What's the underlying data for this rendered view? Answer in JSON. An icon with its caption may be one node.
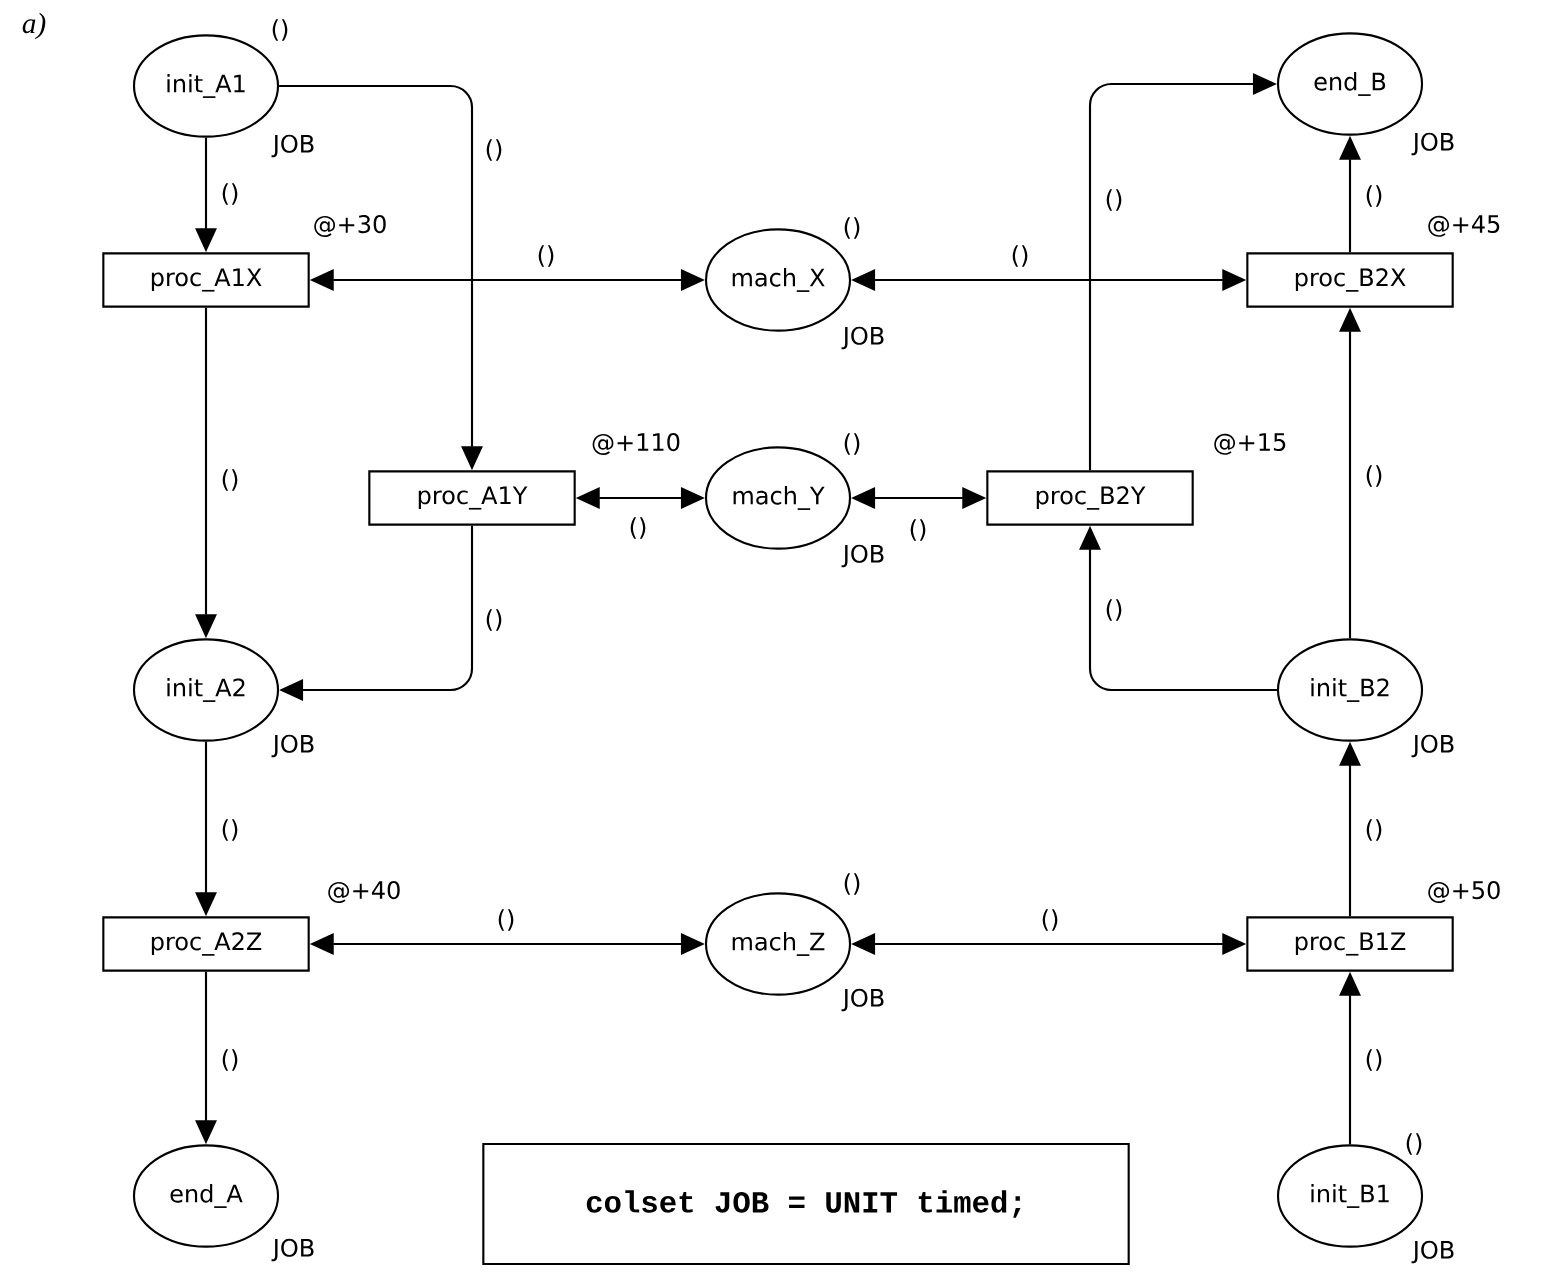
{
  "diagram": {
    "nodes": [
      {
        "text": [
          "init_A1"
        ],
        "beside": [
          "()",
          "JOB"
        ]
      },
      {
        "text": [
          "end_B"
        ],
        "beside": [
          "JOB"
        ]
      },
      {
        "text": [
          "proc_A1X"
        ],
        "beside": [
          "@+30"
        ]
      },
      {
        "text": [
          "mach_X"
        ],
        "beside": [
          "()",
          "JOB"
        ]
      },
      {
        "text": [
          "proc_B2X"
        ],
        "beside": [
          "@+45"
        ]
      },
      {
        "text": [
          "proc_A1Y"
        ],
        "beside": [
          "@+110"
        ]
      },
      {
        "text": [
          "mach_Y"
        ],
        "beside": [
          "()",
          "JOB"
        ]
      },
      {
        "text": [
          "proc_B2Y"
        ],
        "beside": [
          "@+15"
        ]
      },
      {
        "text": [
          "init_A2"
        ],
        "beside": [
          "JOB"
        ]
      },
      {
        "text": [
          "init_B2"
        ],
        "beside": [
          "JOB"
        ]
      },
      {
        "text": [
          "proc_A2Z"
        ],
        "beside": [
          "@+40"
        ]
      },
      {
        "text": [
          "mach_Z"
        ],
        "beside": [
          "()",
          "JOB"
        ]
      },
      {
        "text": [
          "proc_B1Z"
        ],
        "beside": [
          "@+50"
        ]
      },
      {
        "text": [
          "end_A"
        ],
        "beside": [
          "JOB"
        ]
      },
      {
        "text": [
          "colset JOB = UNIT timed;"
        ]
      },
      {
        "text": [
          "init_B1"
        ],
        "beside": [
          "()",
          "JOB"
        ]
      }
    ],
    "edges": [
      {
        "from": 0,
        "to": 2,
        "arrow": "to",
        "label": "()"
      },
      {
        "from": 0,
        "to": 5,
        "arrow": "to",
        "label": "()"
      },
      {
        "from": 2,
        "to": 3,
        "arrow": "both",
        "label": "()"
      },
      {
        "from": 2,
        "to": 8,
        "arrow": "to",
        "label": "()"
      },
      {
        "from": 5,
        "to": 6,
        "arrow": "both",
        "label": "()"
      },
      {
        "from": 5,
        "to": 8,
        "arrow": "to",
        "label": "()"
      },
      {
        "from": 3,
        "to": 4,
        "arrow": "both",
        "label": "()"
      },
      {
        "from": 4,
        "to": 1,
        "arrow": "to",
        "label": "()"
      },
      {
        "from": 6,
        "to": 7,
        "arrow": "both",
        "label": "()"
      },
      {
        "from": 7,
        "to": 1,
        "arrow": "to",
        "label": "()"
      },
      {
        "from": 9,
        "to": 7,
        "arrow": "to",
        "label": "()"
      },
      {
        "from": 9,
        "to": 4,
        "arrow": "to",
        "label": "()"
      },
      {
        "from": 8,
        "to": 10,
        "arrow": "to",
        "label": "()"
      },
      {
        "from": 10,
        "to": 11,
        "arrow": "both",
        "label": "()"
      },
      {
        "from": 10,
        "to": 13,
        "arrow": "to",
        "label": "()"
      },
      {
        "from": 11,
        "to": 12,
        "arrow": "both",
        "label": "()"
      },
      {
        "from": 12,
        "to": 9,
        "arrow": "to",
        "label": "()"
      },
      {
        "from": 15,
        "to": 12,
        "arrow": "to",
        "label": "()"
      }
    ],
    "labels": [
      "a)"
    ]
  }
}
